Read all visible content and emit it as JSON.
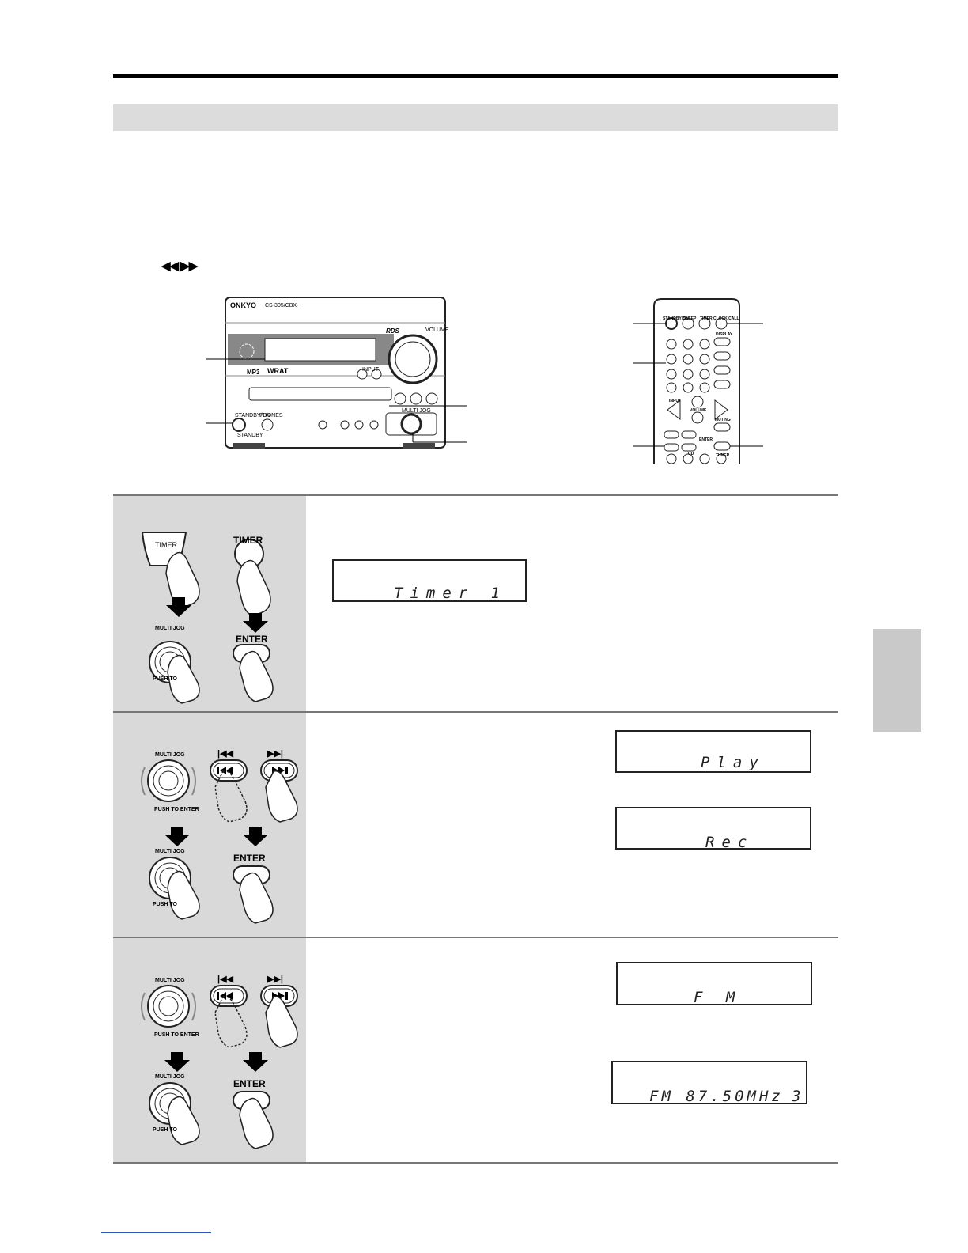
{
  "header": {
    "skip_buttons_glyph": "◀◀ ▶▶"
  },
  "unit_labels": {
    "brand": "ONKYO",
    "model": "CS-305/CBX-",
    "rds": "RDS",
    "volume": "VOLUME",
    "mp3": "MP3",
    "wrat": "WRAT",
    "standby": "STANDBY/ON",
    "standby_small": "STANDBY",
    "phones": "PHONES",
    "multi_jog": "MULTI JOG",
    "input": "INPUT"
  },
  "remote_labels": {
    "standby_on": "STANDBY/ON",
    "sleep": "SLEEP",
    "timer": "TIMER",
    "clock_call": "CLOCK CALL",
    "display": "DISPLAY",
    "input": "INPUT",
    "volume": "VOLUME",
    "muting": "MUTING",
    "enter": "ENTER",
    "tuner": "TUNER",
    "cd": "CD"
  },
  "steps": [
    {
      "illustration": {
        "timer_remote_label": "TIMER",
        "timer_unit_label": "TIMER",
        "multi_jog_label": "MULTI JOG",
        "push_label": "PUSH TO",
        "enter_label": "ENTER"
      },
      "displays": [
        {
          "text": "Timer 1"
        }
      ]
    },
    {
      "illustration": {
        "multi_jog_label": "MULTI JOG",
        "push_label": "PUSH TO ENTER",
        "multi_jog_label_2": "MULTI JOG",
        "push_label_2": "PUSH TO",
        "enter_label": "ENTER"
      },
      "displays": [
        {
          "text": "Play"
        },
        {
          "text": "Rec"
        }
      ]
    },
    {
      "illustration": {
        "multi_jog_label": "MULTI JOG",
        "push_label": "PUSH TO ENTER",
        "multi_jog_label_2": "MULTI JOG",
        "push_label_2": "PUSH TO",
        "enter_label": "ENTER"
      },
      "displays": [
        {
          "text": "F M"
        },
        {
          "text": "FM 87.50MHz",
          "preset": "3"
        }
      ]
    }
  ]
}
